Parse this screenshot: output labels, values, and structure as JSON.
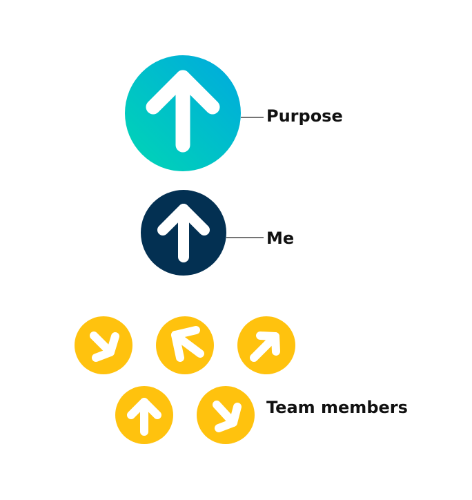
{
  "labels": {
    "purpose": "Purpose",
    "me": "Me",
    "team": "Team members"
  },
  "colors": {
    "purpose_gradient_start": "#00D6B4",
    "purpose_gradient_end": "#00A9DF",
    "me": "#033052",
    "team": "#FFC20E",
    "arrow": "#FFFFFF",
    "connector": "#222222",
    "label_text": "#111111"
  },
  "icons": {
    "purpose": "up-arrow-icon",
    "me": "up-arrow-icon",
    "team": [
      "down-right-arrow-icon",
      "up-left-arrow-icon",
      "up-right-arrow-icon",
      "up-arrow-icon",
      "down-right-arrow-icon"
    ]
  }
}
